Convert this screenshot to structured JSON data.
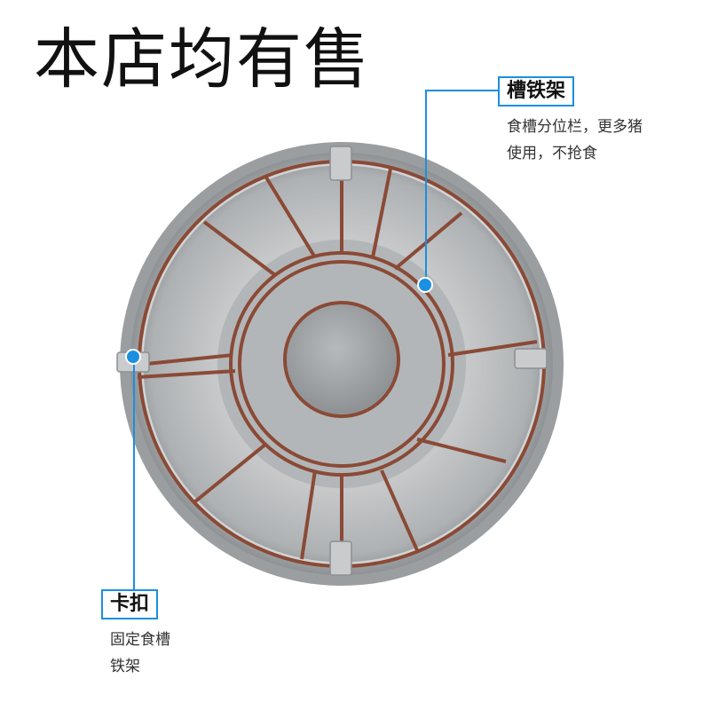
{
  "title": "本店均有售",
  "callouts": {
    "frame": {
      "label": "槽铁架",
      "desc_line1": "食槽分位栏，更多猪",
      "desc_line2": "使用，不抢食"
    },
    "clip": {
      "label": "卡扣",
      "desc_line1": "固定食槽",
      "desc_line2": "铁架"
    }
  },
  "colors": {
    "accent": "#1b8fe0",
    "trough": "#b9bbbd",
    "rust": "#8a4a36"
  }
}
